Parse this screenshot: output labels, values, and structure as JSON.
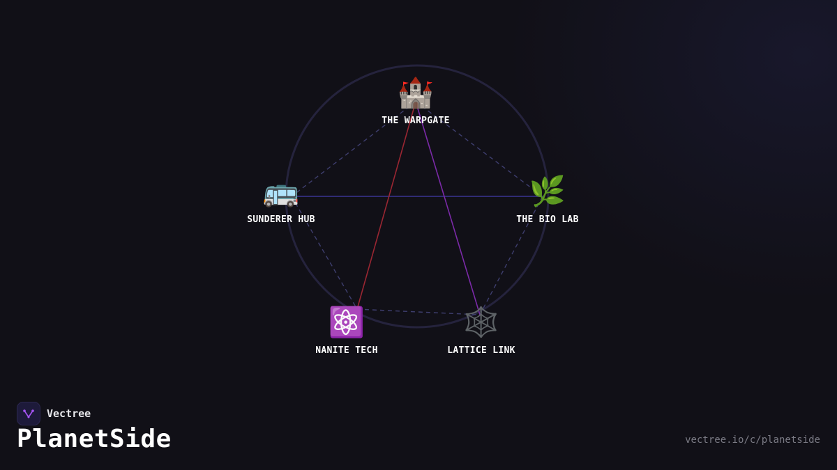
{
  "diagram": {
    "nodes": [
      {
        "id": "warpgate",
        "label": "THE WARPGATE",
        "emoji": "🏰"
      },
      {
        "id": "sunderer",
        "label": "SUNDERER HUB",
        "emoji": "🚌"
      },
      {
        "id": "biolab",
        "label": "THE BIO LAB",
        "emoji": "🌿"
      },
      {
        "id": "nanite",
        "label": "NANITE TECH",
        "emoji": "⚛️"
      },
      {
        "id": "lattice",
        "label": "LATTICE LINK",
        "emoji": "🕸️"
      }
    ],
    "edges": [
      {
        "from": "warpgate",
        "to": "sunderer",
        "style": "dashed",
        "color": "#3e3e6e"
      },
      {
        "from": "warpgate",
        "to": "biolab",
        "style": "dashed",
        "color": "#3e3e6e"
      },
      {
        "from": "sunderer",
        "to": "nanite",
        "style": "dashed",
        "color": "#3e3e6e"
      },
      {
        "from": "biolab",
        "to": "lattice",
        "style": "dashed",
        "color": "#3e3e6e"
      },
      {
        "from": "nanite",
        "to": "lattice",
        "style": "dashed",
        "color": "#3e3e6e"
      },
      {
        "from": "sunderer",
        "to": "biolab",
        "style": "solid",
        "color": "#3a3494"
      },
      {
        "from": "warpgate",
        "to": "nanite",
        "style": "solid",
        "color": "#9a2632"
      },
      {
        "from": "warpgate",
        "to": "lattice",
        "style": "solid",
        "color": "#7b2aa8"
      }
    ],
    "ring_color": "#25233d"
  },
  "brand": {
    "name": "Vectree",
    "accent": "#a855f7"
  },
  "title": "PlanetSide",
  "url": "vectree.io/c/planetside"
}
